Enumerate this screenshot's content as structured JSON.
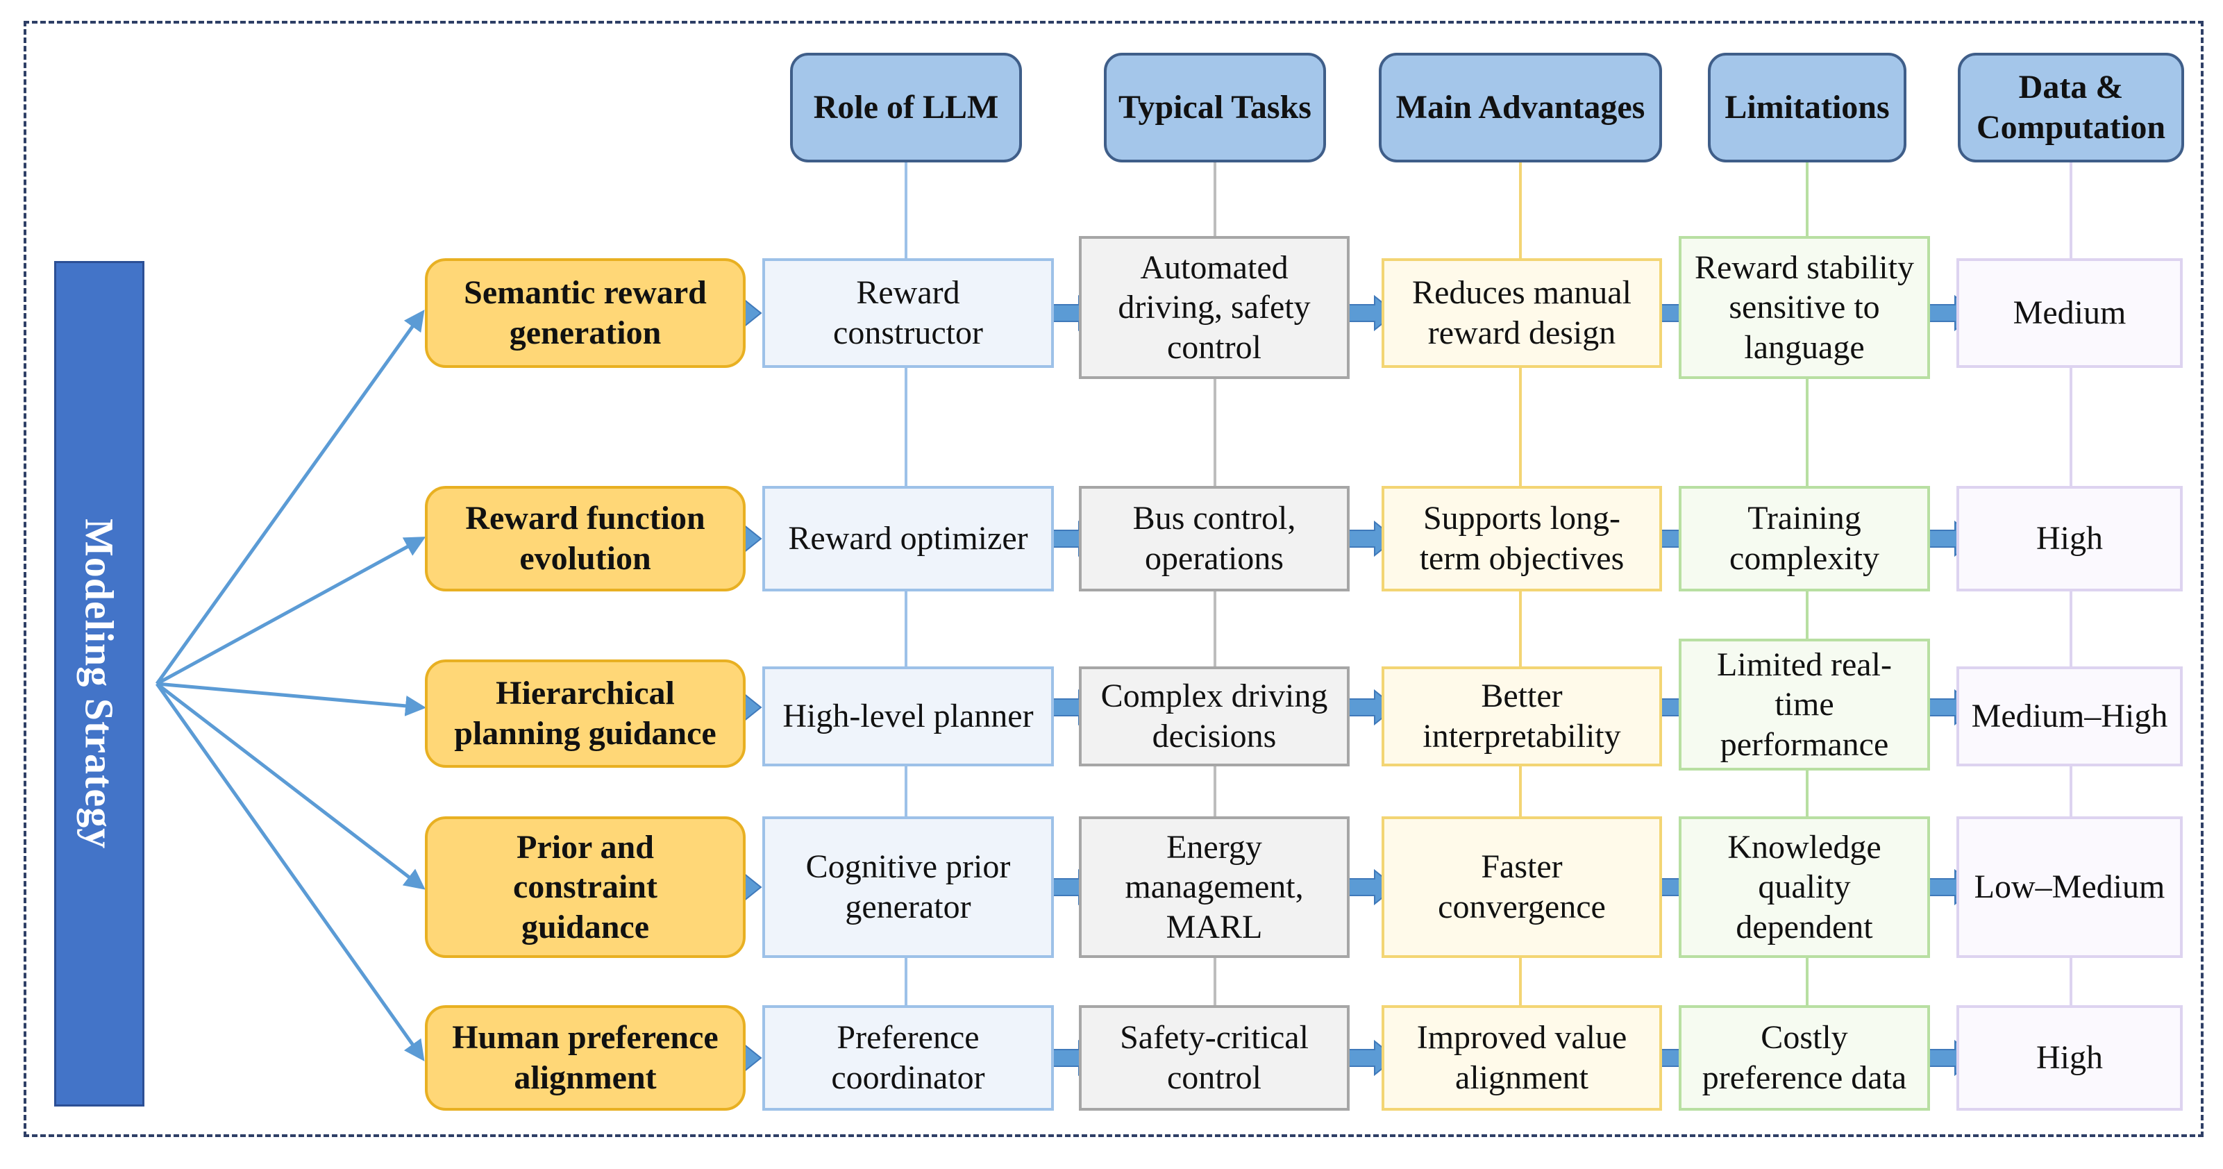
{
  "sidebar": {
    "label": "Modeling Strategy"
  },
  "columns": [
    "Role of LLM",
    "Typical Tasks",
    "Main Advantages",
    "Limitations",
    "Data &\nComputation"
  ],
  "rows": [
    {
      "strategy": "Semantic reward\ngeneration",
      "cells": [
        "Reward\nconstructor",
        "Automated\ndriving, safety\ncontrol",
        "Reduces manual\nreward design",
        "Reward stability\nsensitive to\nlanguage",
        "Medium"
      ]
    },
    {
      "strategy": "Reward function\nevolution",
      "cells": [
        "Reward optimizer",
        "Bus control,\noperations",
        "Supports long-\nterm objectives",
        "Training\ncomplexity",
        "High"
      ]
    },
    {
      "strategy": "Hierarchical\nplanning guidance",
      "cells": [
        "High-level planner",
        "Complex driving\ndecisions",
        "Better\ninterpretability",
        "Limited real-\ntime\nperformance",
        "Medium–High"
      ]
    },
    {
      "strategy": "Prior and\nconstraint\nguidance",
      "cells": [
        "Cognitive prior\ngenerator",
        "Energy\nmanagement,\nMARL",
        "Faster\nconvergence",
        "Knowledge\nquality\ndependent",
        "Low–Medium"
      ]
    },
    {
      "strategy": "Human preference\nalignment",
      "cells": [
        "Preference\ncoordinator",
        "Safety-critical\ncontrol",
        "Improved value\nalignment",
        "Costly\npreference data",
        "High"
      ]
    }
  ],
  "colors": {
    "sidebar": "#4374c8",
    "header_fill": "#a4c6ea",
    "strategy_fill": "#ffd777",
    "arrow_fill": "#5b9bd5",
    "frame": "#2e3f66"
  }
}
